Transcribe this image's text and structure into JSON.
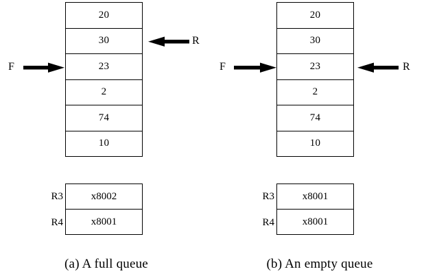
{
  "figure": {
    "ink_color": "#000000",
    "background_color": "#ffffff"
  },
  "panels": [
    {
      "id": "panel-a",
      "caption": "(a) A full queue",
      "queue": {
        "cells": [
          "20",
          "30",
          "23",
          "2",
          "74",
          "10"
        ]
      },
      "pointers": {
        "front": {
          "label": "F",
          "direction": "right",
          "target_cell_index": 2,
          "target_cell_value": "23"
        },
        "rear": {
          "label": "R",
          "direction": "left",
          "target_cell_index": 1,
          "target_cell_value": "30"
        }
      },
      "registers": {
        "labels": [
          "R3",
          "R4"
        ],
        "values": [
          "x8002",
          "x8001"
        ]
      }
    },
    {
      "id": "panel-b",
      "caption": "(b) An empty queue",
      "queue": {
        "cells": [
          "20",
          "30",
          "23",
          "2",
          "74",
          "10"
        ]
      },
      "pointers": {
        "front": {
          "label": "F",
          "direction": "right",
          "target_cell_index": 2,
          "target_cell_value": "23"
        },
        "rear": {
          "label": "R",
          "direction": "left",
          "target_cell_index": 2,
          "target_cell_value": "23"
        }
      },
      "registers": {
        "labels": [
          "R3",
          "R4"
        ],
        "values": [
          "x8001",
          "x8001"
        ]
      }
    }
  ]
}
